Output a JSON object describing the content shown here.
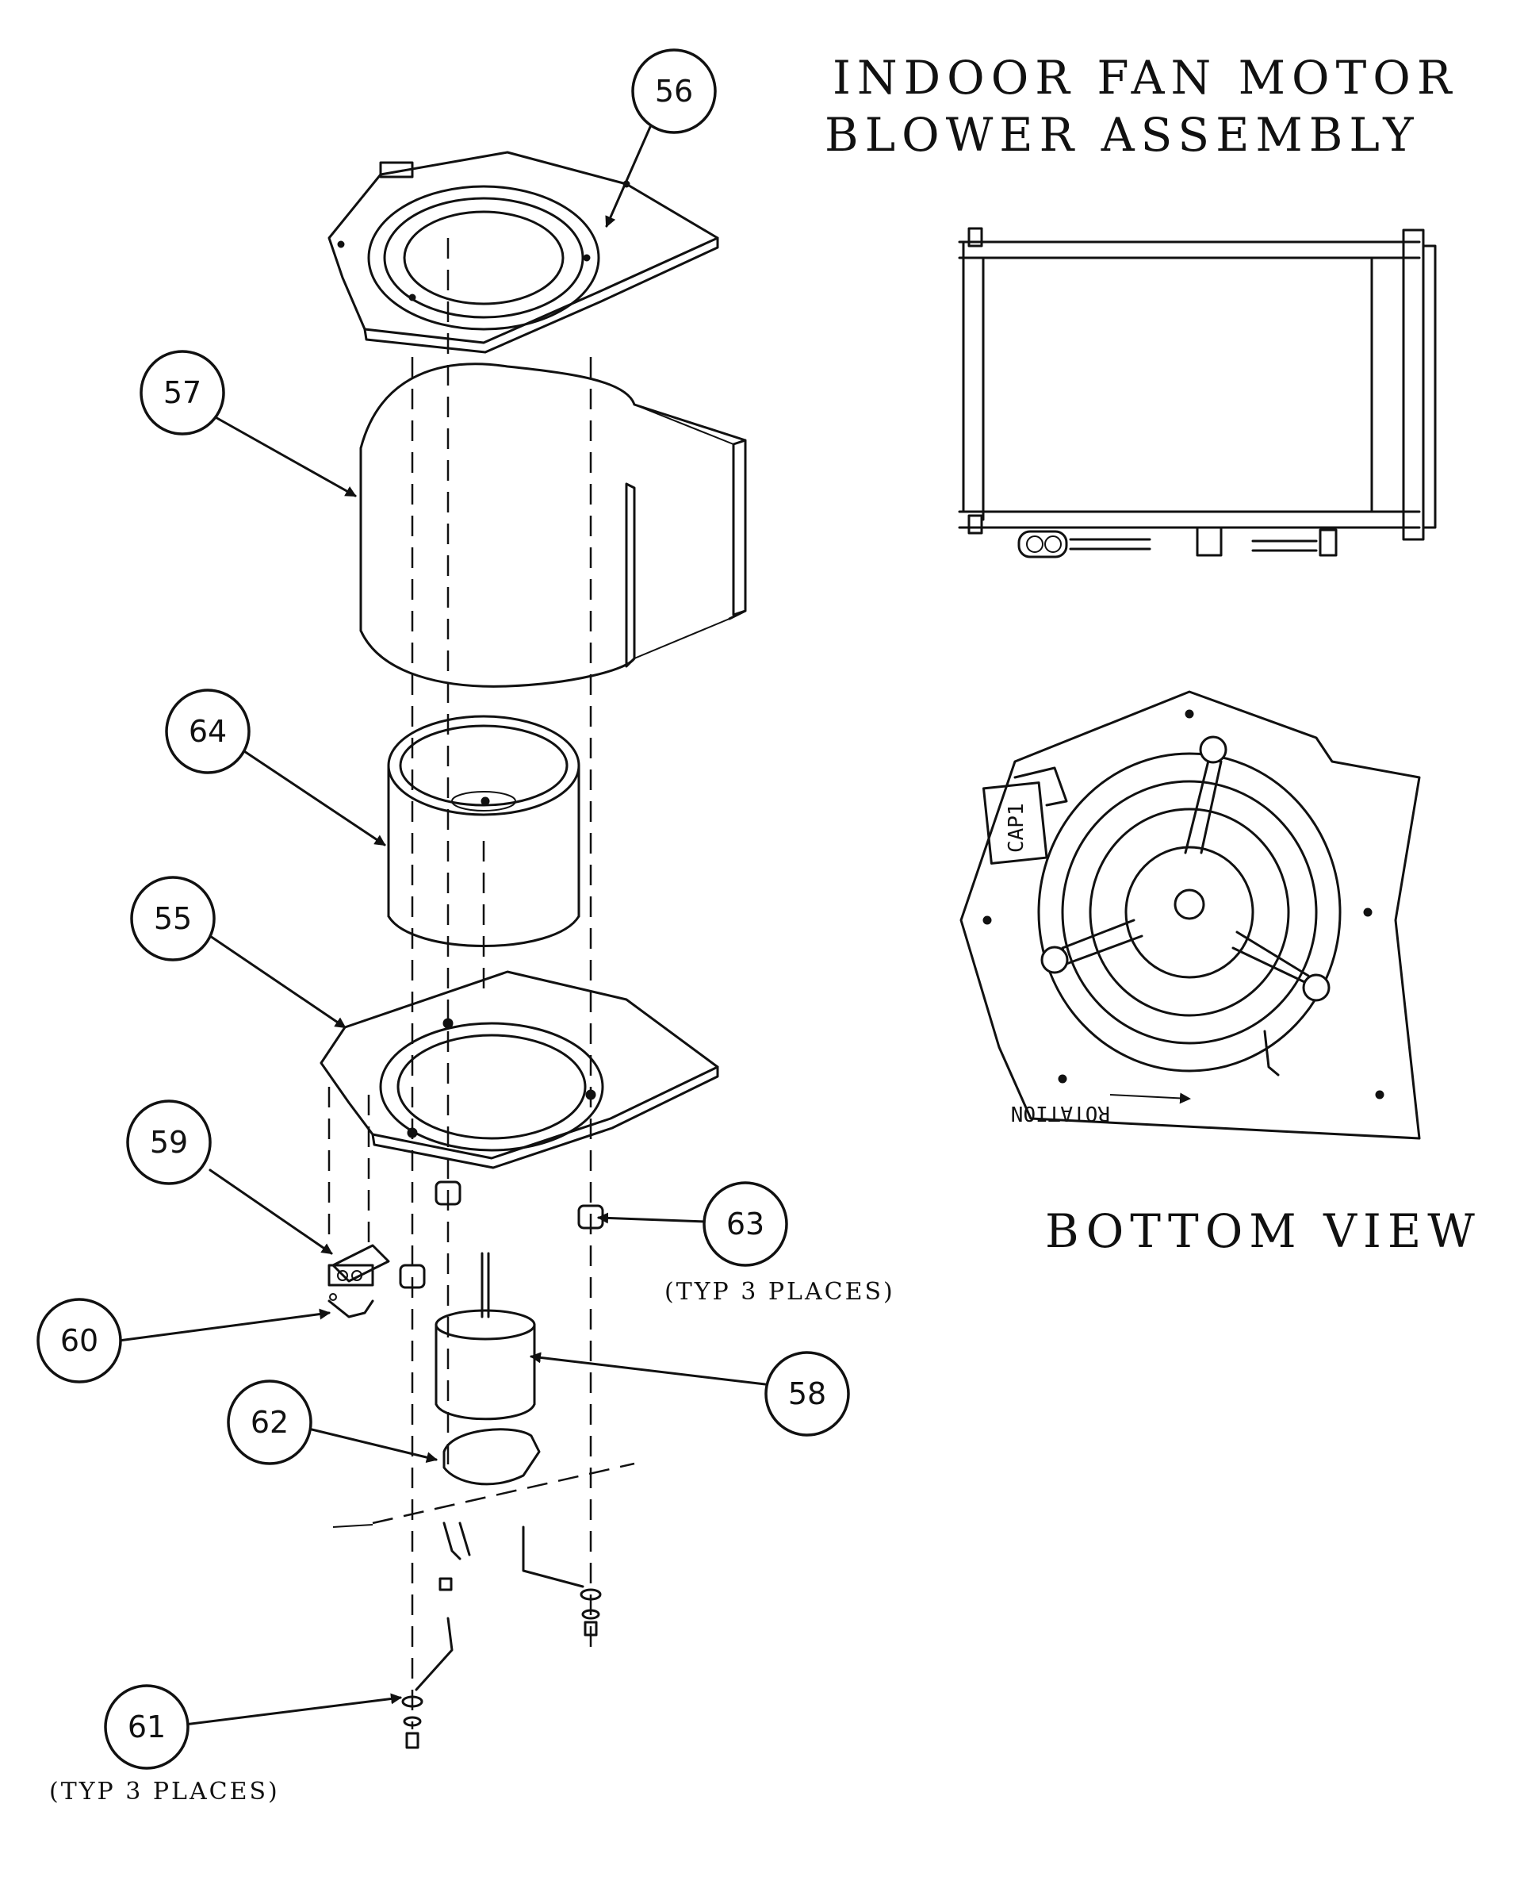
{
  "title_line1": "INDOOR FAN MOTOR",
  "title_line2": "BLOWER ASSEMBLY",
  "bottom_view_label": "BOTTOM VIEW",
  "capacitor_label": "CAP1",
  "rotation_label": "ROTATION",
  "notes": {
    "typ_63": "(TYP 3 PLACES)",
    "typ_61": "(TYP 3 PLACES)"
  },
  "callouts": [
    {
      "id": "c56",
      "label": "56"
    },
    {
      "id": "c57",
      "label": "57"
    },
    {
      "id": "c64",
      "label": "64"
    },
    {
      "id": "c55",
      "label": "55"
    },
    {
      "id": "c59",
      "label": "59"
    },
    {
      "id": "c60",
      "label": "60"
    },
    {
      "id": "c63",
      "label": "63"
    },
    {
      "id": "c58",
      "label": "58"
    },
    {
      "id": "c62",
      "label": "62"
    },
    {
      "id": "c61",
      "label": "61"
    }
  ]
}
